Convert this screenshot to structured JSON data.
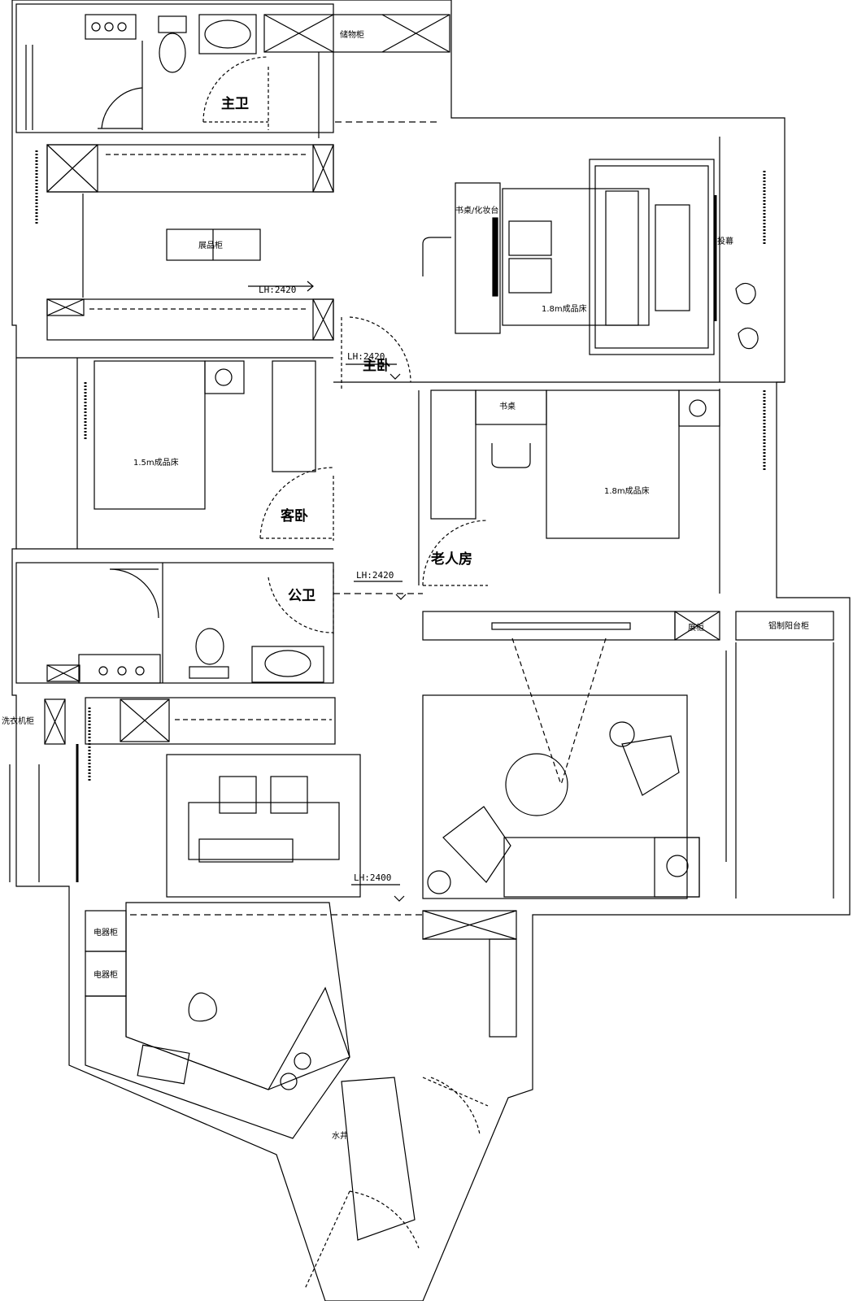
{
  "labels": {
    "storage_cabinet": "储物柜",
    "master_bath": "主卫",
    "display_cabinet_top": "展品柜",
    "desk_vanity": "书桌/化妆台",
    "bed_18_master": "1.8m成品床",
    "projector_screen": "投幕",
    "master_bedroom": "主卧",
    "bed_15": "1.5m成品床",
    "guest_bedroom": "客卧",
    "desk": "书桌",
    "bed_18_elder": "1.8m成品床",
    "elder_room": "老人房",
    "public_bath": "公卫",
    "display_cabinet": "展柜",
    "aluminum_balcony_cabinet": "铝制阳台柜",
    "washing_machine_cabinet": "洗衣机柜",
    "appliance_cabinet_1": "电器柜",
    "appliance_cabinet_2": "电器柜",
    "water_well": "水井"
  },
  "ceiling_heights": {
    "lh_1": "LH:2420",
    "lh_2": "LH:2420",
    "lh_3": "LH:2420",
    "lh_4": "LH:2400"
  },
  "colors": {
    "line": "#000000",
    "background": "#ffffff"
  }
}
